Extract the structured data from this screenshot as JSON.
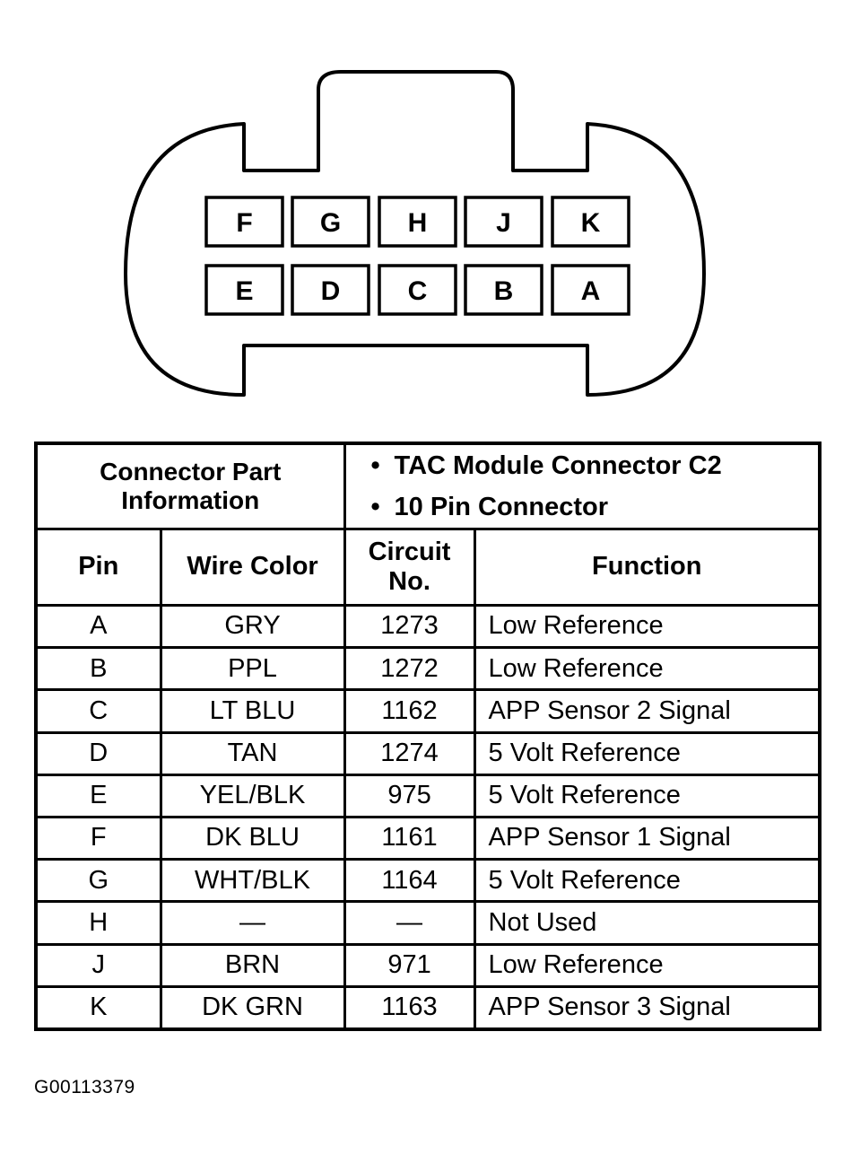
{
  "connector": {
    "top_row_pins": [
      "F",
      "G",
      "H",
      "J",
      "K"
    ],
    "bottom_row_pins": [
      "E",
      "D",
      "C",
      "B",
      "A"
    ]
  },
  "table": {
    "info_label": "Connector Part Information",
    "info_items": [
      "TAC Module Connector C2",
      "10 Pin Connector"
    ],
    "headers": {
      "pin": "Pin",
      "wire_color": "Wire Color",
      "circuit_no": "Circuit No.",
      "function": "Function"
    },
    "rows": [
      {
        "pin": "A",
        "wire_color": "GRY",
        "circuit": "1273",
        "function": "Low Reference"
      },
      {
        "pin": "B",
        "wire_color": "PPL",
        "circuit": "1272",
        "function": "Low Reference"
      },
      {
        "pin": "C",
        "wire_color": "LT BLU",
        "circuit": "1162",
        "function": "APP Sensor 2 Signal"
      },
      {
        "pin": "D",
        "wire_color": "TAN",
        "circuit": "1274",
        "function": "5 Volt Reference"
      },
      {
        "pin": "E",
        "wire_color": "YEL/BLK",
        "circuit": "975",
        "function": "5 Volt Reference"
      },
      {
        "pin": "F",
        "wire_color": "DK BLU",
        "circuit": "1161",
        "function": "APP Sensor 1 Signal"
      },
      {
        "pin": "G",
        "wire_color": "WHT/BLK",
        "circuit": "1164",
        "function": "5 Volt Reference"
      },
      {
        "pin": "H",
        "wire_color": "—",
        "circuit": "—",
        "function": "Not Used"
      },
      {
        "pin": "J",
        "wire_color": "BRN",
        "circuit": "971",
        "function": "Low Reference"
      },
      {
        "pin": "K",
        "wire_color": "DK GRN",
        "circuit": "1163",
        "function": "APP Sensor 3 Signal"
      }
    ]
  },
  "figure_id": "G00113379"
}
